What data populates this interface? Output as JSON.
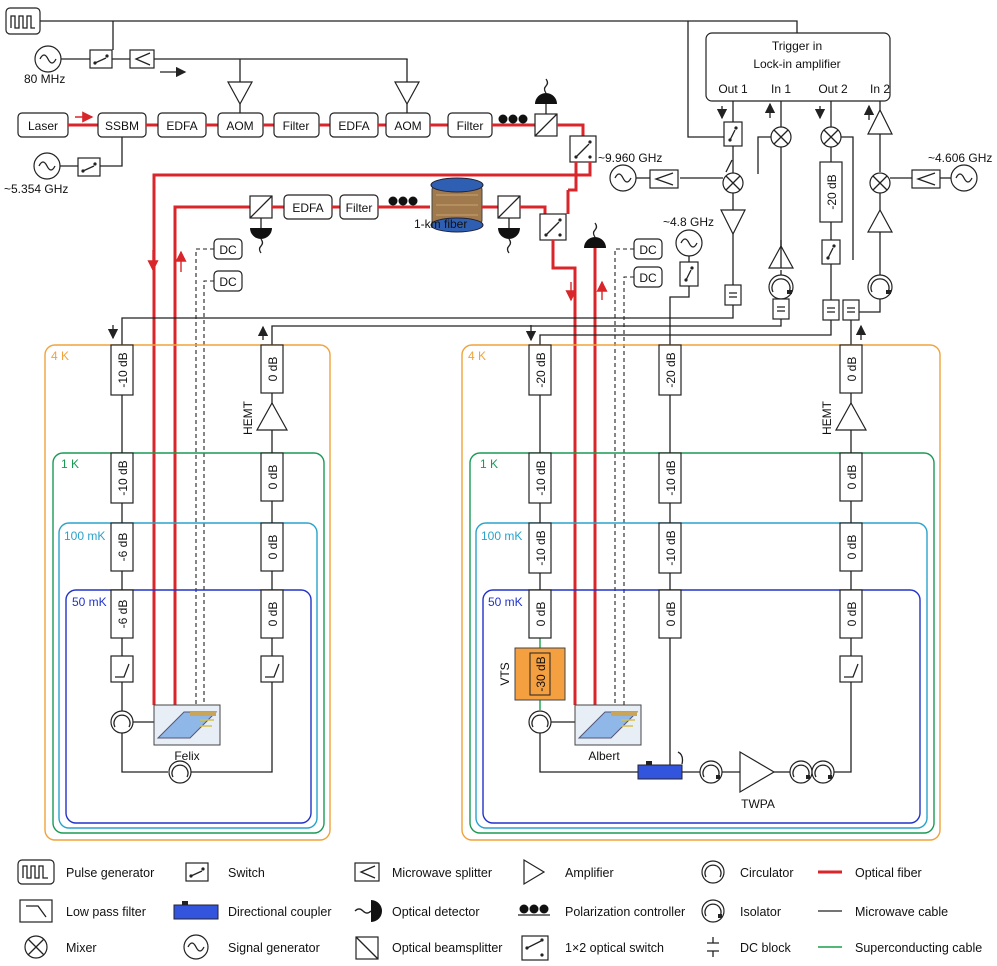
{
  "top_labels": {
    "freq_80": "80 MHz",
    "freq_5354": "~5.354 GHz",
    "freq_9960": "~9.960 GHz",
    "freq_4606": "~4.606 GHz",
    "freq_48": "~4.8 GHz",
    "fiber_1km": "1-km fiber"
  },
  "chain": {
    "laser": "Laser",
    "ssbm": "SSBM",
    "edfa": "EDFA",
    "aom": "AOM",
    "filter": "Filter",
    "dc": "DC"
  },
  "lockin": {
    "trigger": "Trigger in",
    "title": "Lock-in amplifier",
    "out1": "Out 1",
    "in1": "In 1",
    "out2": "Out 2",
    "in2": "In 2"
  },
  "stages": {
    "k4": "4 K",
    "k1": "1 K",
    "mk100": "100 mK",
    "mk50": "50 mK"
  },
  "attenuators": {
    "m10": "-10 dB",
    "m20": "-20 dB",
    "m6": "-6 dB",
    "zero": "0 dB",
    "m30": "-30 dB"
  },
  "devices": {
    "hemt": "HEMT",
    "felix": "Felix",
    "albert": "Albert",
    "vts": "VTS",
    "twpa": "TWPA"
  },
  "legend": [
    {
      "icon": "pulse-generator-icon",
      "label": "Pulse generator"
    },
    {
      "icon": "switch-icon",
      "label": "Switch"
    },
    {
      "icon": "microwave-splitter-icon",
      "label": "Microwave splitter"
    },
    {
      "icon": "amplifier-icon",
      "label": "Amplifier"
    },
    {
      "icon": "circulator-icon",
      "label": "Circulator"
    },
    {
      "icon": "optical-fiber-icon",
      "label": "Optical fiber"
    },
    {
      "icon": "low-pass-filter-icon",
      "label": "Low pass filter"
    },
    {
      "icon": "directional-coupler-icon",
      "label": "Directional coupler"
    },
    {
      "icon": "optical-detector-icon",
      "label": "Optical detector"
    },
    {
      "icon": "polarization-controller-icon",
      "label": "Polarization controller"
    },
    {
      "icon": "isolator-icon",
      "label": "Isolator"
    },
    {
      "icon": "microwave-cable-icon",
      "label": "Microwave cable"
    },
    {
      "icon": "mixer-icon",
      "label": "Mixer"
    },
    {
      "icon": "signal-generator-icon",
      "label": "Signal generator"
    },
    {
      "icon": "optical-beamsplitter-icon",
      "label": "Optical beamsplitter"
    },
    {
      "icon": "optical-switch-icon",
      "label": "1×2 optical switch"
    },
    {
      "icon": "dc-block-icon",
      "label": "DC block"
    },
    {
      "icon": "superconducting-cable-icon",
      "label": "Superconducting cable"
    }
  ],
  "colors": {
    "optical_fiber": "#d8262b",
    "microwave_cable": "#222222",
    "superconducting_cable": "#1aa14a",
    "stage_4k": "#f0a33a",
    "stage_1k": "#1a9a55",
    "stage_100mk": "#29a3cc",
    "stage_50mk": "#2233c8",
    "vts": "#f5a040",
    "coupler": "#3355dd"
  }
}
